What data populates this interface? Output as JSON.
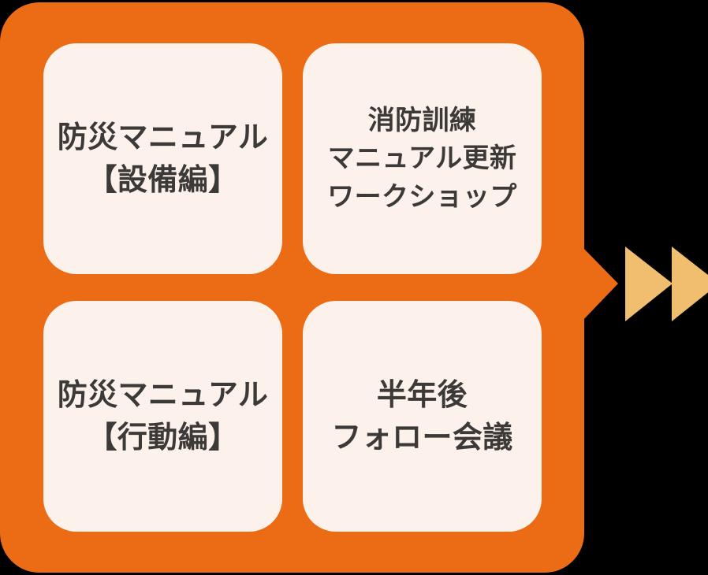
{
  "diagram": {
    "title": "",
    "colors": {
      "panel_orange": "#EC6C16",
      "card_cream": "#FDF1EB",
      "text_charcoal": "#3B3A38",
      "arrow_tan": "#F0BE6E",
      "background": "#000000"
    },
    "cards": [
      {
        "id": "bosai-manual-setsubi",
        "text": "防災マニュアル\n【設備編】",
        "lines": [
          "防災マニュアル",
          "【設備編】"
        ],
        "size": "lg"
      },
      {
        "id": "shobo-kunren-workshop",
        "text": "消防訓練\nマニュアル更新\nワークショップ",
        "lines": [
          "消防訓練",
          "マニュアル更新",
          "ワークショップ"
        ],
        "size": "md"
      },
      {
        "id": "bosai-manual-kodo",
        "text": "防災マニュアル\n【行動編】",
        "lines": [
          "防災マニュアル",
          "【行動編】"
        ],
        "size": "lg"
      },
      {
        "id": "hantoshigo-follow-kaigi",
        "text": "半年後\nフォロー会議",
        "lines": [
          "半年後",
          "フォロー会議"
        ],
        "size": "lg"
      }
    ],
    "arrows": {
      "nose_label": "orange-arrow-nose",
      "chevron_1_label": "chevron-right-1",
      "chevron_2_label": "chevron-right-2",
      "direction": "right",
      "count": 2
    }
  }
}
